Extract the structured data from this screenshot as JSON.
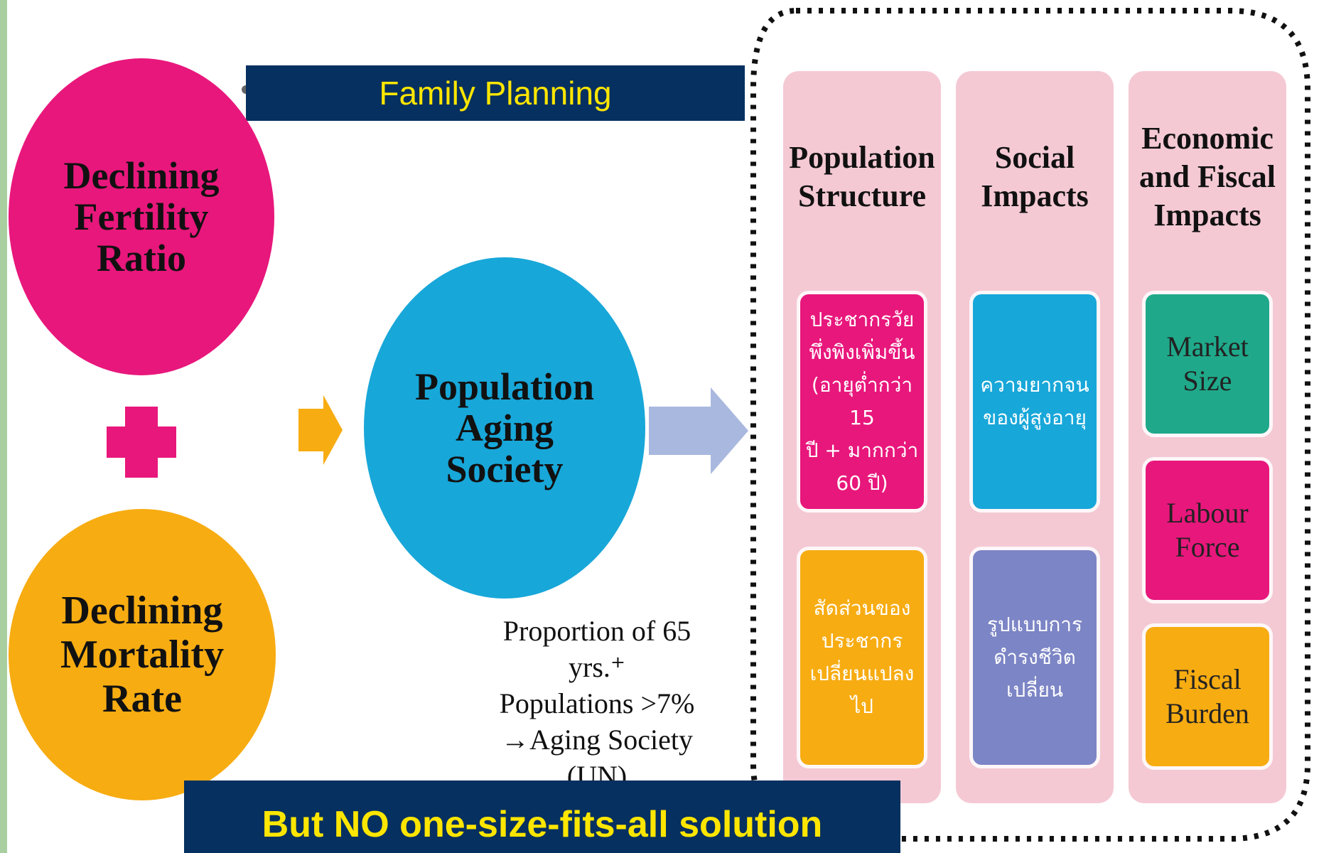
{
  "colors": {
    "banner_bg": "#06305f",
    "banner_text": "#ffe600",
    "fertility_circle": "#e8177c",
    "mortality_circle": "#f7ac12",
    "aging_circle": "#18a7d9",
    "panel_bg": "#f4c9d4",
    "arrow_orange": "#f7ac12",
    "arrow_blue": "#a9b8de"
  },
  "top_banner": "Family Planning",
  "bottom_banner": "But NO one-size-fits-all solution",
  "causes": {
    "fertility": "Declining\nFertility\nRatio",
    "mortality": "Declining\nMortality\nRate"
  },
  "center": {
    "label": "Population\nAging\nSociety",
    "proportion_note": "Proportion of 65 yrs.⁺\nPopulations >7%\n→Aging Society (UN)"
  },
  "columns": [
    {
      "title": "Population\nStructure",
      "items": [
        {
          "text": "ประชากรวัย\nพึ่งพิงเพิ่มขึ้น\n(อายุต่ำกว่า 15\nปี + มากกว่า\n60 ปี)",
          "bg": "#e8177c",
          "color": "#ffffff"
        },
        {
          "text": "สัดส่วนของ\nประชากร\nเปลี่ยนแปลง\nไป",
          "bg": "#f7ac12",
          "color": "#ffffff"
        }
      ]
    },
    {
      "title": "Social\nImpacts",
      "items": [
        {
          "text": "ความยากจน\nของผู้สูงอายุ",
          "bg": "#18a7d9",
          "color": "#ffffff"
        },
        {
          "text": "รูปแบบการ\nดำรงชีวิต\nเปลี่ยน",
          "bg": "#7c85c5",
          "color": "#ffffff"
        }
      ]
    },
    {
      "title": "Economic\nand Fiscal\nImpacts",
      "items": [
        {
          "text": "Market\nSize",
          "bg": "#1fa98a",
          "color": "#222222"
        },
        {
          "text": "Labour\nForce",
          "bg": "#e8177c",
          "color": "#222222"
        },
        {
          "text": "Fiscal\nBurden",
          "bg": "#f7ac12",
          "color": "#222222"
        }
      ]
    }
  ]
}
